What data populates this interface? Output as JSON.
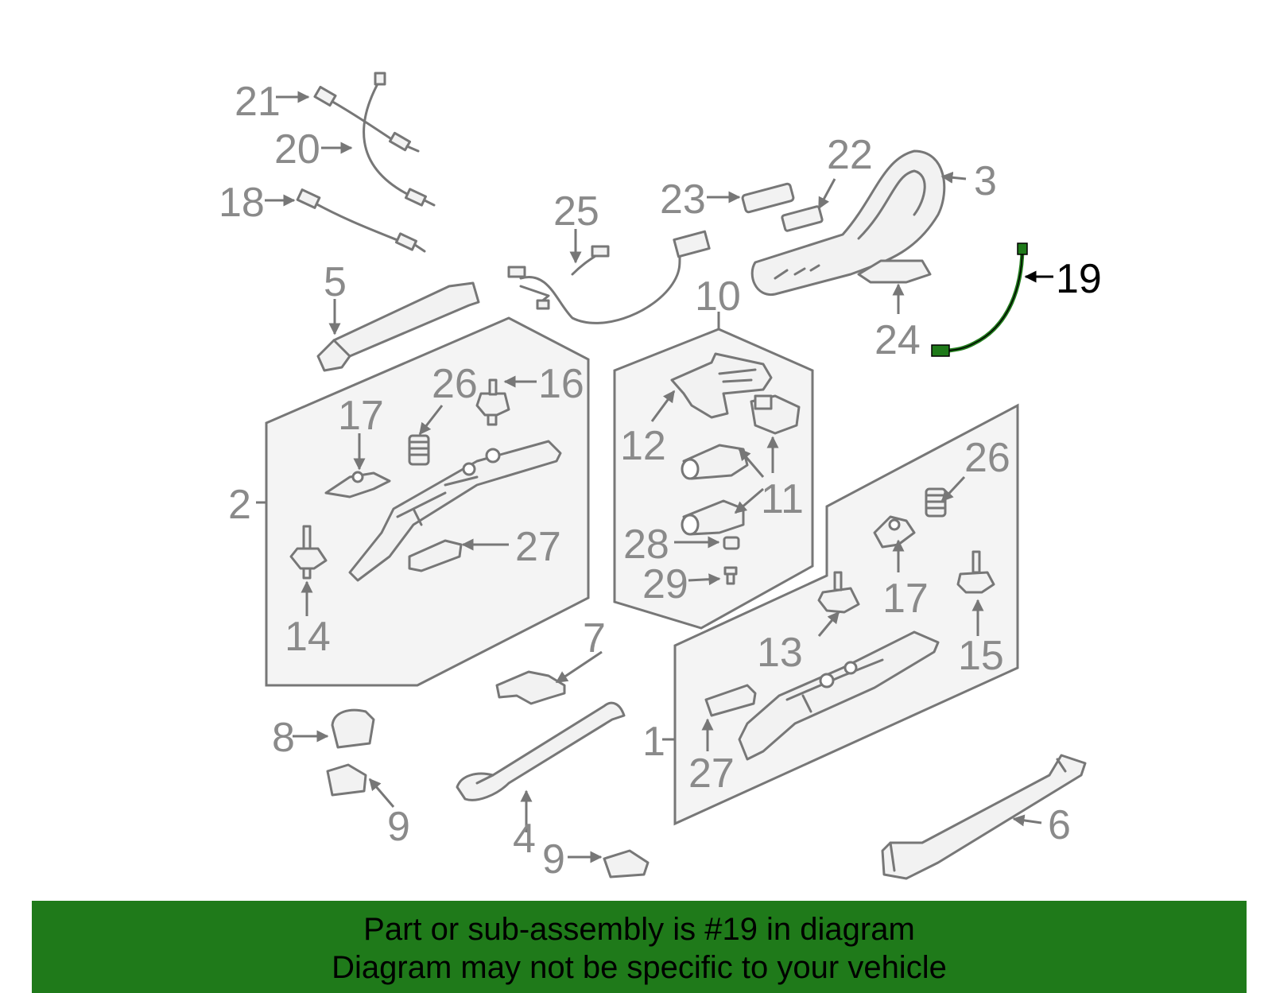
{
  "diagram": {
    "highlight_color": "#1f7a1a",
    "labels": {
      "p1": "1",
      "p2": "2",
      "p3": "3",
      "p4": "4",
      "p5": "5",
      "p6": "6",
      "p7": "7",
      "p8": "8",
      "p9a": "9",
      "p9b": "9",
      "p10": "10",
      "p11": "11",
      "p12": "12",
      "p13": "13",
      "p14": "14",
      "p15": "15",
      "p16": "16",
      "p17a": "17",
      "p17b": "17",
      "p18": "18",
      "p19": "19",
      "p20": "20",
      "p21": "21",
      "p22": "22",
      "p23": "23",
      "p24": "24",
      "p25": "25",
      "p26a": "26",
      "p26b": "26",
      "p27a": "27",
      "p27b": "27",
      "p28": "28",
      "p29": "29"
    }
  },
  "footer": {
    "line1": "Part or sub-assembly is #19 in diagram",
    "line2": "Diagram may not be specific to your vehicle",
    "background": "#1f7a1a"
  }
}
